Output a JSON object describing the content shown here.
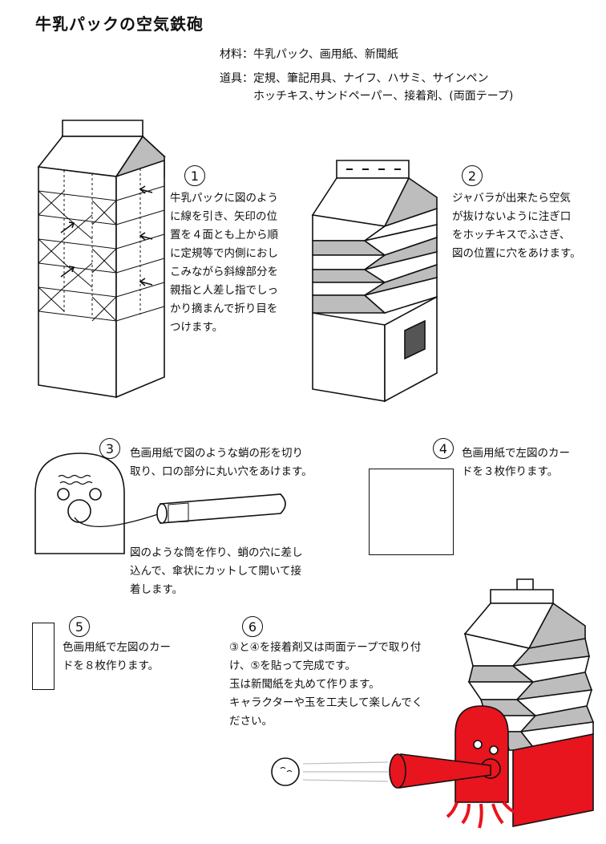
{
  "title": "牛乳パックの空気鉄砲",
  "materials": {
    "label": "材料：",
    "text": "牛乳パック、画用紙、新聞紙"
  },
  "tools": {
    "label": "道具：",
    "line1": "定規、筆記用具、ナイフ、ハサミ、サインペン",
    "line2": "ホッチキス､サンドペーパー、接着剤、(両面テープ)"
  },
  "steps": [
    {
      "num": "1",
      "lines": [
        "牛乳パックに図のよう",
        "に線を引き、矢印の位",
        "置を４面とも上から順",
        "に定規等で内側におし",
        "こみながら斜線部分を",
        "親指と人差し指でしっ",
        "かり摘まんで折り目を",
        "つけます。"
      ]
    },
    {
      "num": "2",
      "lines": [
        "ジャバラが出来たら空気",
        "が抜けないように注ぎ口",
        "をホッチキスでふさぎ、",
        "図の位置に穴をあけます。"
      ]
    },
    {
      "num": "3",
      "lines": [
        "色画用紙で図のような蛸の形を切り",
        "取り、口の部分に丸い穴をあけます。"
      ],
      "lines2": [
        "図のような筒を作り、蛸の穴に差し",
        "込んで、傘状にカットして開いて接",
        "着します。"
      ]
    },
    {
      "num": "4",
      "lines": [
        "色画用紙で左図のカー",
        "ドを３枚作ります。"
      ]
    },
    {
      "num": "5",
      "lines": [
        "色画用紙で左図のカー",
        "ドを８枚作ります。"
      ]
    },
    {
      "num": "6",
      "lines": [
        "③と④を接着剤又は両面テープで取り付",
        "け、⑤を貼って完成です。",
        "玉は新聞紙を丸めて作ります。",
        "キャラクターや玉を工夫して楽しんでく",
        "ださい。"
      ]
    }
  ],
  "colors": {
    "red": "#e8141e",
    "gray": "#bdbdbd",
    "dark": "#555555"
  }
}
